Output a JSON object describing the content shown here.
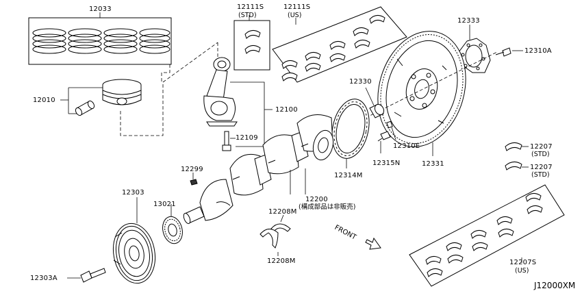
{
  "diagram": {
    "ref_id": "J12000XM",
    "front_label": "FRONT",
    "labels": {
      "p12033": "12033",
      "p12010": "12010",
      "p12111s_std": "12111S",
      "p12111s_std_sub": "(STD)",
      "p12111s_us": "12111S",
      "p12111s_us_sub": "(US)",
      "p12333": "12333",
      "p12310a": "12310A",
      "p12330": "12330",
      "p12100": "12100",
      "p12109": "12109",
      "p12310e": "12310E",
      "p12315n": "12315N",
      "p12331": "12331",
      "p12314m": "12314M",
      "p12299": "12299",
      "p12200": "12200",
      "p12200_note": "(構成部品は非販売)",
      "p12303": "12303",
      "p13021": "13021",
      "p12208m_a": "12208M",
      "p12208m_b": "12208M",
      "p12303a": "12303A",
      "p12207_a": "12207",
      "p12207_a_sub": "(STD)",
      "p12207_b": "12207",
      "p12207_b_sub": "(STD)",
      "p12207s": "12207S",
      "p12207s_sub": "(US)"
    }
  }
}
